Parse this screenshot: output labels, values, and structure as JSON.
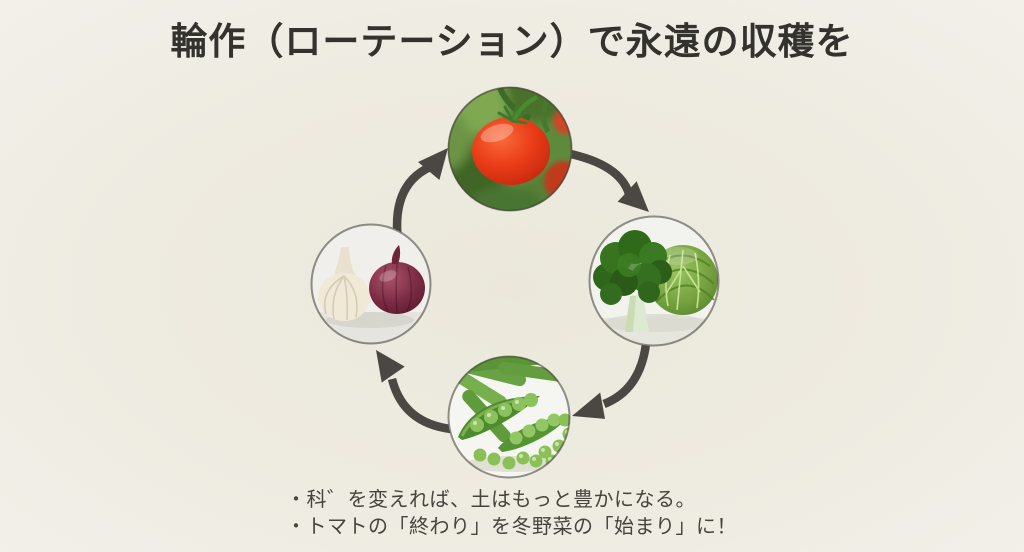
{
  "title": "輪作（ローテーション）で永遠の収穫を",
  "notes": {
    "bullets": [
      "・科゛を変えれば、土はもっと豊かになる。",
      "・トマトの「終わり」を冬野菜の「始まり」に！"
    ]
  },
  "diagram": {
    "type": "cycle",
    "direction": "clockwise",
    "nodes": [
      {
        "id": "tomato",
        "icon": "tomato-photo",
        "position": "top"
      },
      {
        "id": "broccoli-cabbage",
        "icon": "broccoli-cabbage-photo",
        "position": "right"
      },
      {
        "id": "peas",
        "icon": "peas-photo",
        "position": "bottom"
      },
      {
        "id": "garlic-onion",
        "icon": "garlic-onion-photo",
        "position": "left"
      }
    ],
    "arrows": [
      {
        "from": "tomato",
        "to": "broccoli-cabbage"
      },
      {
        "from": "broccoli-cabbage",
        "to": "peas"
      },
      {
        "from": "peas",
        "to": "garlic-onion"
      },
      {
        "from": "garlic-onion",
        "to": "tomato"
      }
    ]
  },
  "colors": {
    "background": "#eeebe1",
    "title_text": "#33322d",
    "note_text": "#45443e",
    "arrow": "#4b4844",
    "tomato_red": "#ea3d18",
    "broccoli_green": "#2f6a1b",
    "cabbage_green": "#74a23f",
    "pea_green": "#8ac055",
    "onion_purple": "#7e2c46",
    "garlic_white": "#f1e9d7"
  }
}
